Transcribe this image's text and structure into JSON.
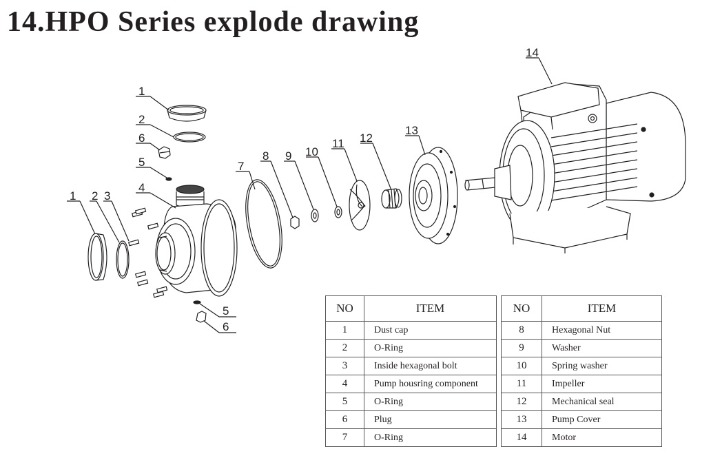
{
  "title": "14.HPO Series explode drawing",
  "callouts": {
    "c1_top": "1",
    "c2_top": "2",
    "c6_top": "6",
    "c5_top": "5",
    "c4": "4",
    "c1_left": "1",
    "c2_left": "2",
    "c3": "3",
    "c7": "7",
    "c8": "8",
    "c9": "9",
    "c10": "10",
    "c11": "11",
    "c12": "12",
    "c13": "13",
    "c14": "14",
    "c5_bottom": "5",
    "c6_bottom": "6"
  },
  "parts_table": {
    "header_no": "NO",
    "header_item": "ITEM",
    "left": [
      {
        "no": "1",
        "item": "Dust cap"
      },
      {
        "no": "2",
        "item": "O-Ring"
      },
      {
        "no": "3",
        "item": "Inside hexagonal bolt"
      },
      {
        "no": "4",
        "item": "Pump housring component"
      },
      {
        "no": "5",
        "item": "O-Ring"
      },
      {
        "no": "6",
        "item": "Plug"
      },
      {
        "no": "7",
        "item": "O-Ring"
      }
    ],
    "right": [
      {
        "no": "8",
        "item": "Hexagonal Nut"
      },
      {
        "no": "9",
        "item": "Washer"
      },
      {
        "no": "10",
        "item": "Spring washer"
      },
      {
        "no": "11",
        "item": "Impeller"
      },
      {
        "no": "12",
        "item": "Mechanical seal"
      },
      {
        "no": "13",
        "item": "Pump Cover"
      },
      {
        "no": "14",
        "item": "Motor"
      }
    ]
  }
}
